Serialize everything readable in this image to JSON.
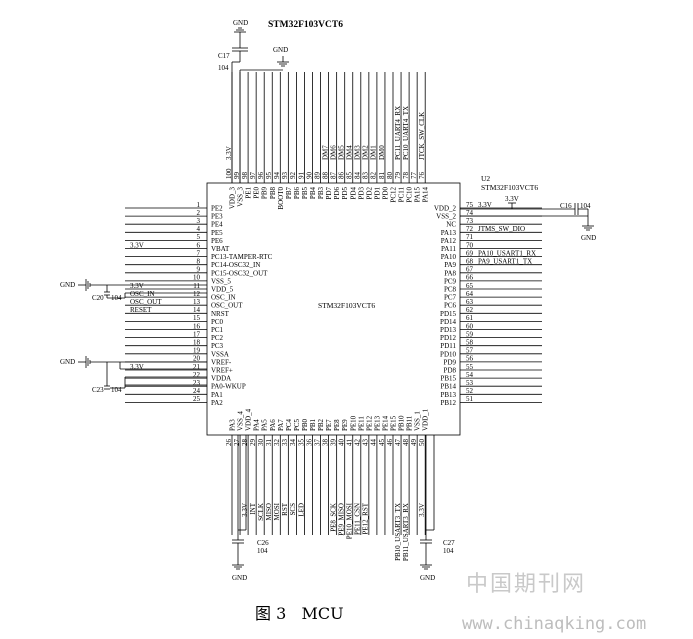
{
  "header": {
    "title": "STM32F103VCT6"
  },
  "chip": {
    "center_label": "STM32F103VCT6"
  },
  "u2": {
    "ref": "U2",
    "part": "STM32F103VCT6"
  },
  "caption": {
    "fig": "图 3",
    "name": "MCU"
  },
  "watermark": {
    "cn": "中国期刊网",
    "url": "www.chinaqking.com"
  },
  "net_labels": {
    "gnd": "GND",
    "v33": "3.3V"
  },
  "caps": {
    "c17": {
      "ref": "C17",
      "val": "104"
    },
    "c16": {
      "ref": "C16",
      "val": "104"
    },
    "c20": {
      "ref": "C20",
      "val": "104"
    },
    "c23": {
      "ref": "C23",
      "val": "104"
    },
    "c26": {
      "ref": "C26",
      "val": "104"
    },
    "c27": {
      "ref": "C27",
      "val": "104"
    }
  },
  "pins_left": [
    {
      "n": "1",
      "name": "PE2",
      "net": ""
    },
    {
      "n": "2",
      "name": "PE3",
      "net": ""
    },
    {
      "n": "3",
      "name": "PE4",
      "net": ""
    },
    {
      "n": "4",
      "name": "PE5",
      "net": ""
    },
    {
      "n": "5",
      "name": "PE6",
      "net": ""
    },
    {
      "n": "6",
      "name": "VBAT",
      "net": "3.3V"
    },
    {
      "n": "7",
      "name": "PC13-TAMPER-RTC",
      "net": ""
    },
    {
      "n": "8",
      "name": "PC14-OSC32_IN",
      "net": ""
    },
    {
      "n": "9",
      "name": "PC15-OSC32_OUT",
      "net": ""
    },
    {
      "n": "10",
      "name": "VSS_5",
      "net": ""
    },
    {
      "n": "11",
      "name": "VDD_5",
      "net": "3.3V"
    },
    {
      "n": "12",
      "name": "OSC_IN",
      "net": "OSC_IN"
    },
    {
      "n": "13",
      "name": "OSC_OUT",
      "net": "OSC_OUT"
    },
    {
      "n": "14",
      "name": "NRST",
      "net": "RESET"
    },
    {
      "n": "15",
      "name": "PC0",
      "net": ""
    },
    {
      "n": "16",
      "name": "PC1",
      "net": ""
    },
    {
      "n": "17",
      "name": "PC2",
      "net": ""
    },
    {
      "n": "18",
      "name": "PC3",
      "net": ""
    },
    {
      "n": "19",
      "name": "VSSA",
      "net": ""
    },
    {
      "n": "20",
      "name": "VREF-",
      "net": ""
    },
    {
      "n": "21",
      "name": "VREF+",
      "net": "3.3V"
    },
    {
      "n": "22",
      "name": "VDDA",
      "net": ""
    },
    {
      "n": "23",
      "name": "PA0-WKUP",
      "net": ""
    },
    {
      "n": "24",
      "name": "PA1",
      "net": ""
    },
    {
      "n": "25",
      "name": "PA2",
      "net": ""
    }
  ],
  "pins_right": [
    {
      "n": "75",
      "name": "VDD_2",
      "net": "3.3V"
    },
    {
      "n": "74",
      "name": "VSS_2",
      "net": ""
    },
    {
      "n": "73",
      "name": "NC",
      "net": ""
    },
    {
      "n": "72",
      "name": "PA13",
      "net": "JTMS_SW_DIO"
    },
    {
      "n": "71",
      "name": "PA12",
      "net": ""
    },
    {
      "n": "70",
      "name": "PA11",
      "net": ""
    },
    {
      "n": "69",
      "name": "PA10",
      "net": "PA10_USART1_RX"
    },
    {
      "n": "68",
      "name": "PA9",
      "net": "PA9_USART1_TX"
    },
    {
      "n": "67",
      "name": "PA8",
      "net": ""
    },
    {
      "n": "66",
      "name": "PC9",
      "net": ""
    },
    {
      "n": "65",
      "name": "PC8",
      "net": ""
    },
    {
      "n": "64",
      "name": "PC7",
      "net": ""
    },
    {
      "n": "63",
      "name": "PC6",
      "net": ""
    },
    {
      "n": "62",
      "name": "PD15",
      "net": ""
    },
    {
      "n": "61",
      "name": "PD14",
      "net": ""
    },
    {
      "n": "60",
      "name": "PD13",
      "net": ""
    },
    {
      "n": "59",
      "name": "PD12",
      "net": ""
    },
    {
      "n": "58",
      "name": "PD11",
      "net": ""
    },
    {
      "n": "57",
      "name": "PD10",
      "net": ""
    },
    {
      "n": "56",
      "name": "PD9",
      "net": ""
    },
    {
      "n": "55",
      "name": "PD8",
      "net": ""
    },
    {
      "n": "54",
      "name": "PB15",
      "net": ""
    },
    {
      "n": "53",
      "name": "PB14",
      "net": ""
    },
    {
      "n": "52",
      "name": "PB13",
      "net": ""
    },
    {
      "n": "51",
      "name": "PB12",
      "net": ""
    }
  ],
  "pins_top": [
    {
      "n": "100",
      "name": "VDD_3",
      "net": "3.3V"
    },
    {
      "n": "99",
      "name": "VSS_3",
      "net": ""
    },
    {
      "n": "98",
      "name": "PE1",
      "net": ""
    },
    {
      "n": "97",
      "name": "PE0",
      "net": ""
    },
    {
      "n": "96",
      "name": "PB9",
      "net": ""
    },
    {
      "n": "95",
      "name": "PB8",
      "net": ""
    },
    {
      "n": "94",
      "name": "BOOT0",
      "net": ""
    },
    {
      "n": "93",
      "name": "PB7",
      "net": ""
    },
    {
      "n": "92",
      "name": "PB6",
      "net": ""
    },
    {
      "n": "91",
      "name": "PB5",
      "net": ""
    },
    {
      "n": "90",
      "name": "PB4",
      "net": ""
    },
    {
      "n": "89",
      "name": "PB3",
      "net": ""
    },
    {
      "n": "88",
      "name": "PD7",
      "net": "DM7"
    },
    {
      "n": "87",
      "name": "PD6",
      "net": "DM6"
    },
    {
      "n": "86",
      "name": "PD5",
      "net": "DM5"
    },
    {
      "n": "85",
      "name": "PD4",
      "net": "DM4"
    },
    {
      "n": "84",
      "name": "PD3",
      "net": "DM3"
    },
    {
      "n": "83",
      "name": "PD2",
      "net": "DM2"
    },
    {
      "n": "82",
      "name": "PD1",
      "net": "DM1"
    },
    {
      "n": "81",
      "name": "PD0",
      "net": "DM0"
    },
    {
      "n": "80",
      "name": "PC12",
      "net": ""
    },
    {
      "n": "79",
      "name": "PC11",
      "net": "PC11_UART4_RX"
    },
    {
      "n": "78",
      "name": "PC10",
      "net": "PC10_UART4_TX"
    },
    {
      "n": "77",
      "name": "PA15",
      "net": ""
    },
    {
      "n": "76",
      "name": "PA14",
      "net": "JTCK_SW_CLK"
    }
  ],
  "pins_bottom": [
    {
      "n": "26",
      "name": "PA3",
      "net": ""
    },
    {
      "n": "27",
      "name": "VSS_4",
      "net": ""
    },
    {
      "n": "28",
      "name": "VDD_4",
      "net": "3.3V"
    },
    {
      "n": "29",
      "name": "PA4",
      "net": "INT"
    },
    {
      "n": "30",
      "name": "PA5",
      "net": "SCLK"
    },
    {
      "n": "31",
      "name": "PA6",
      "net": "MISO"
    },
    {
      "n": "32",
      "name": "PA7",
      "net": "MOSI"
    },
    {
      "n": "33",
      "name": "PC4",
      "net": "RST"
    },
    {
      "n": "34",
      "name": "PC5",
      "net": "SCS"
    },
    {
      "n": "35",
      "name": "PB0",
      "net": "LED"
    },
    {
      "n": "36",
      "name": "PB1",
      "net": ""
    },
    {
      "n": "37",
      "name": "PB2",
      "net": ""
    },
    {
      "n": "38",
      "name": "PE7",
      "net": ""
    },
    {
      "n": "39",
      "name": "PE8",
      "net": "PE8_SCK"
    },
    {
      "n": "40",
      "name": "PE9",
      "net": "PE9_MISO"
    },
    {
      "n": "41",
      "name": "PE10",
      "net": "PE10_MOSI"
    },
    {
      "n": "42",
      "name": "PE11",
      "net": "PE11_CSN"
    },
    {
      "n": "43",
      "name": "PE12",
      "net": "PE12_RST"
    },
    {
      "n": "44",
      "name": "PE13",
      "net": ""
    },
    {
      "n": "45",
      "name": "PE14",
      "net": ""
    },
    {
      "n": "46",
      "name": "PE15",
      "net": ""
    },
    {
      "n": "47",
      "name": "PB10",
      "net": "PB10_USART3_TX"
    },
    {
      "n": "48",
      "name": "PB11",
      "net": "PB11_USART3_RX"
    },
    {
      "n": "49",
      "name": "VSS_1",
      "net": ""
    },
    {
      "n": "50",
      "name": "VDD_1",
      "net": "3.3V"
    }
  ]
}
